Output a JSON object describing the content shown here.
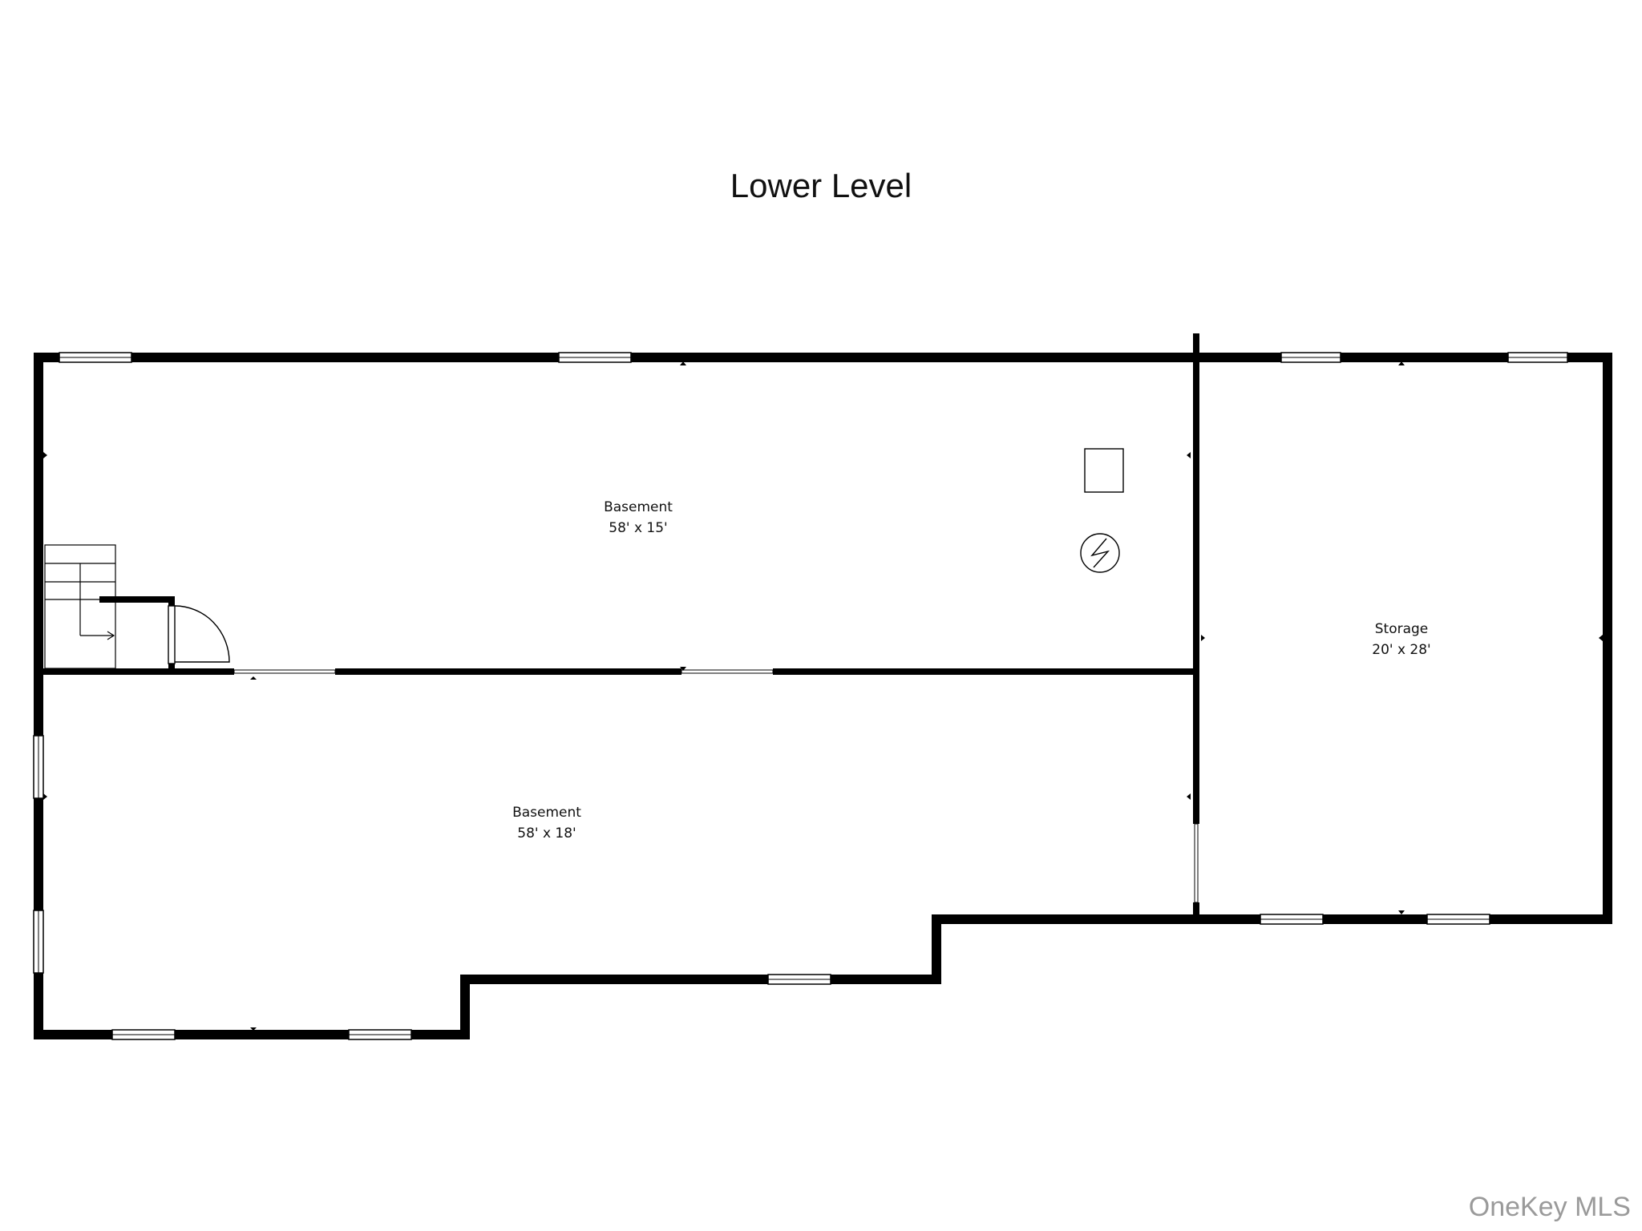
{
  "floor": {
    "title": "Lower Level"
  },
  "rooms": [
    {
      "id": "basement-upper",
      "name": "Basement",
      "dims": "58' x 15'"
    },
    {
      "id": "basement-lower",
      "name": "Basement",
      "dims": "58' x 18'"
    },
    {
      "id": "storage",
      "name": "Storage",
      "dims": "20' x 28'"
    }
  ],
  "watermark": "OneKey MLS",
  "colors": {
    "wall": "#000000",
    "background": "#ffffff",
    "watermark": "#9a9a9a"
  },
  "icons": [
    "stairs-icon",
    "door-swing-icon",
    "appliance-box-icon",
    "electric-panel-icon",
    "window-icon"
  ]
}
